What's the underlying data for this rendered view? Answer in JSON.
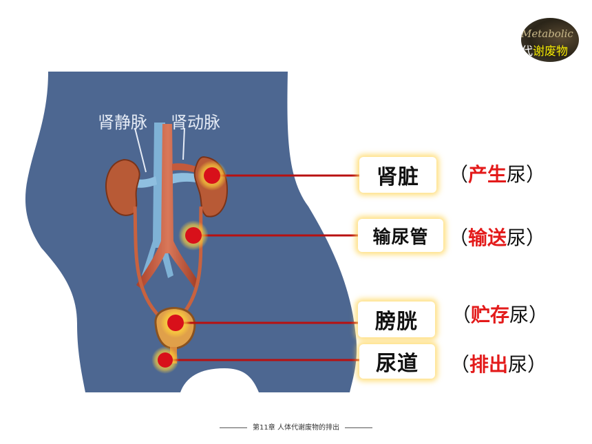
{
  "logo": {
    "en_text": "Metabolic",
    "cn_part1": "代",
    "cn_part2": "谢废物"
  },
  "vessel_labels": {
    "vein": "肾静脉",
    "artery": "肾动脉"
  },
  "organs": [
    {
      "name": "肾脏",
      "paren_open": "（",
      "action": "产生",
      "suffix": "尿）"
    },
    {
      "name": "输尿管",
      "paren_open": "（",
      "action": "输送",
      "suffix": "尿）"
    },
    {
      "name": "膀胱",
      "paren_open": "（",
      "action": "贮存",
      "suffix": "尿）"
    },
    {
      "name": "尿道",
      "paren_open": "（",
      "action": "排出",
      "suffix": "尿）"
    }
  ],
  "footer": {
    "text": "第11章 人体代谢废物的排出"
  },
  "colors": {
    "body": "#4d6791",
    "marker": "#d8101a",
    "highlight": "#e31a1a",
    "connector": "#b81010"
  }
}
